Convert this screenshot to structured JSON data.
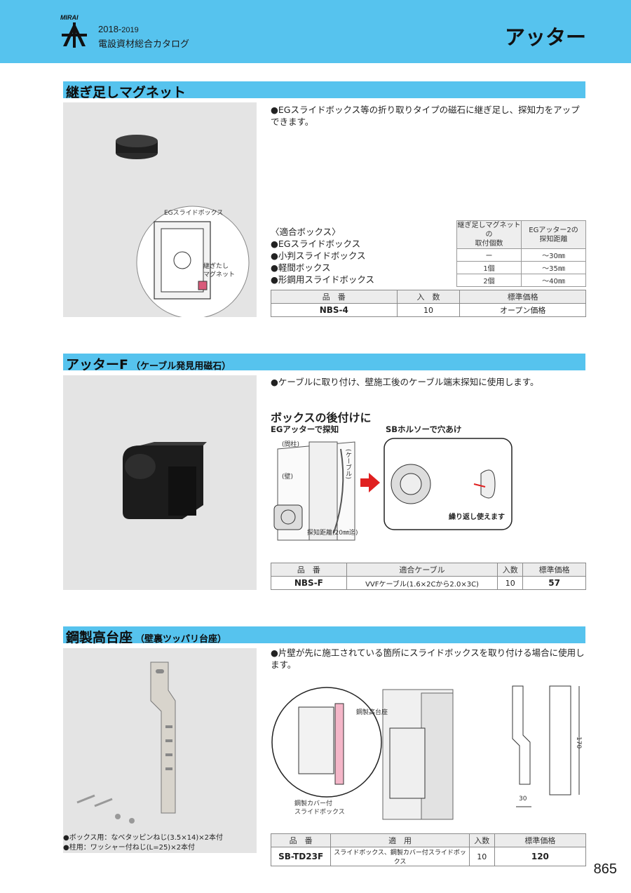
{
  "header": {
    "logo_text": "MIRAI",
    "year_main": "2018-",
    "year_small": "2019",
    "catalog": "電設資材総合カタログ",
    "title": "アッター"
  },
  "section1": {
    "title": "継ぎ足しマグネット",
    "desc": "●EGスライドボックス等の折り取りタイプの磁石に継ぎ足し、探知力をアップできます。",
    "compat_title": "〈適合ボックス〉",
    "compat": [
      "●EGスライドボックス",
      "●小判スライドボックス",
      "●軽間ボックス",
      "●形鋼用スライドボックス"
    ],
    "illus_labels": {
      "box": "EGスライドボックス",
      "magnet1": "継ぎたし",
      "magnet2": "マグネット"
    },
    "mini_table": {
      "h1a": "継ぎ足しマグネットの",
      "h1b": "取付個数",
      "h2a": "EGアッター2の",
      "h2b": "探知距離",
      "rows": [
        [
          "ー",
          "～30㎜"
        ],
        [
          "1個",
          "～35㎜"
        ],
        [
          "2個",
          "～40㎜"
        ]
      ]
    },
    "table": {
      "headers": [
        "品　番",
        "入　数",
        "標準価格"
      ],
      "row": [
        "NBS-4",
        "10",
        "オープン価格"
      ]
    }
  },
  "section2": {
    "title": "アッターF",
    "subtitle": "（ケーブル発見用磁石）",
    "desc": "●ケーブルに取り付け、壁施工後のケーブル端末探知に使用します。",
    "diagram_title": "ボックスの後付けに",
    "left_caption": "EGアッターで探知",
    "right_caption": "SBホルソーで穴あけ",
    "labels": {
      "stud": "(間柱)",
      "wall": "(壁)",
      "cable": "(ケーブル)",
      "distance": "探知距離(20㎜迄)",
      "reuse": "繰り返し使えます"
    },
    "table": {
      "headers": [
        "品　番",
        "適合ケーブル",
        "入数",
        "標準価格"
      ],
      "row": [
        "NBS-F",
        "VVFケーブル(1.6×2Cから2.0×3C)",
        "10",
        "57"
      ]
    }
  },
  "section3": {
    "title": "鋼製高台座",
    "subtitle": "（壁裏ツッパリ台座）",
    "desc": "●片壁が先に施工されている箇所にスライドボックスを取り付ける場合に使用します。",
    "notes": [
      "●ボックス用：なべタッピンねじ(3.5×14)×2本付",
      "●柱用：ワッシャー付ねじ(L=25)×2本付"
    ],
    "labels": {
      "stand": "鋼製高台座",
      "cover1": "鋼製カバー付",
      "cover2": "スライドボックス",
      "dim_h": "170",
      "dim_w": "30"
    },
    "table": {
      "headers": [
        "品　番",
        "適　用",
        "入数",
        "標準価格"
      ],
      "row": [
        "SB-TD23F",
        "スライドボックス、鋼製カバー付スライドボックス",
        "10",
        "120"
      ]
    }
  },
  "page_number": "865",
  "colors": {
    "accent": "#56c3ee",
    "photo_bg": "#e4e4e4",
    "arrow": "#e02020",
    "pink": "#f4b6c8"
  }
}
